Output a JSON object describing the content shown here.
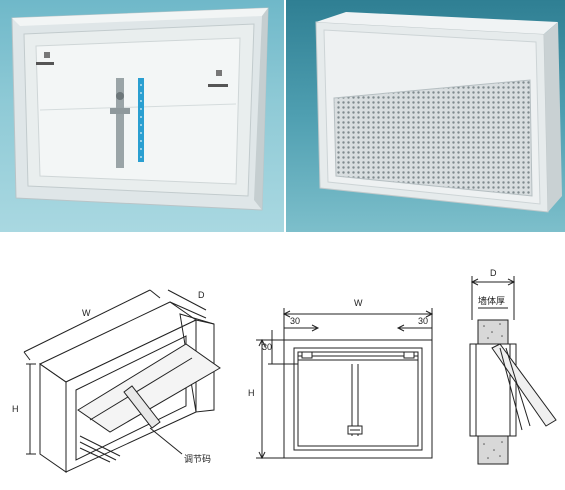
{
  "photos": {
    "left": {
      "name": "damper-with-adjusting-code"
    },
    "right": {
      "name": "damper-with-perforated-grille"
    }
  },
  "drawings": {
    "isometric": {
      "w_label": "W",
      "d_label": "D",
      "h_label": "H",
      "callout": "调节码"
    },
    "front": {
      "w_label": "W",
      "h_label": "H",
      "offset_left": "30",
      "offset_right": "30",
      "offset_top": "30"
    },
    "section": {
      "d_label": "D",
      "wall_label": "墙体厚"
    }
  }
}
